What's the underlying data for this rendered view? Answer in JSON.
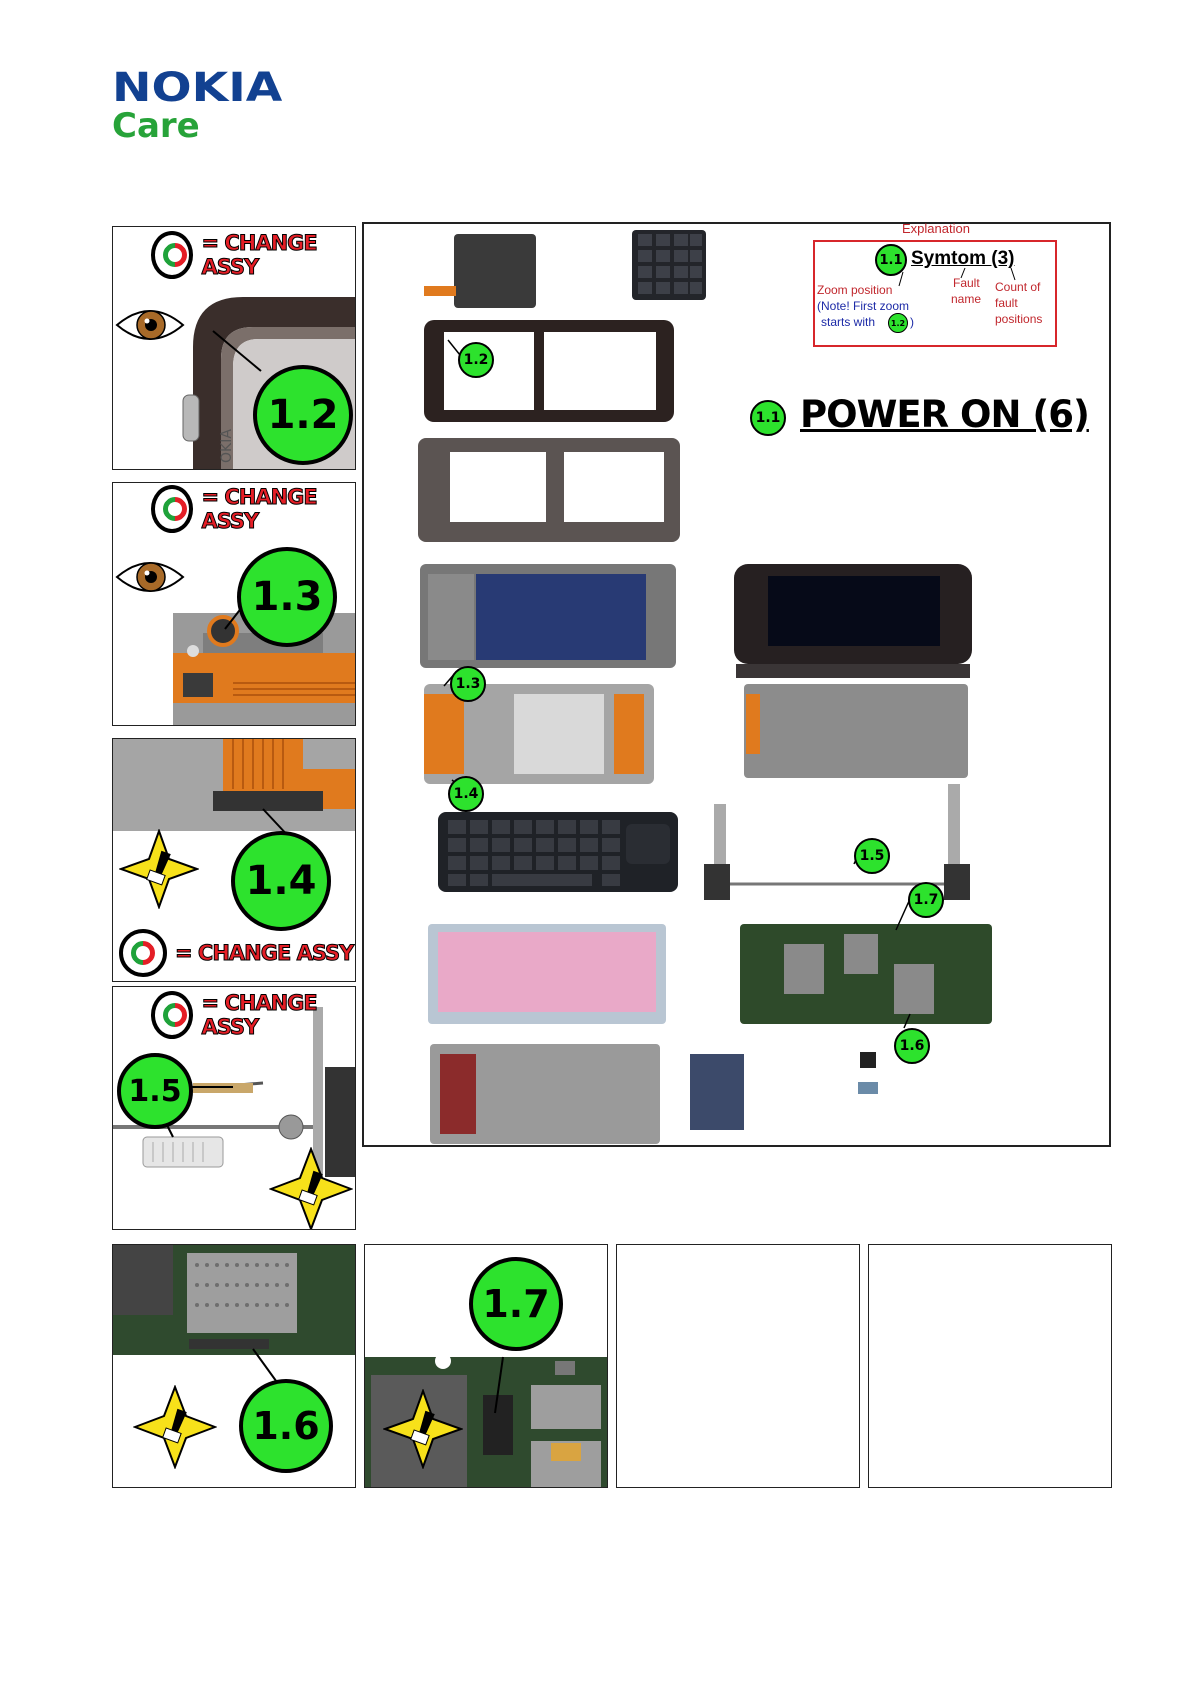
{
  "header": {
    "brand": "NOKIA",
    "subbrand": "Care"
  },
  "legend": {
    "change_assy": "= CHANGE ASSY"
  },
  "markers": {
    "m11": "1.1",
    "m12": "1.2",
    "m13": "1.3",
    "m14": "1.4",
    "m15": "1.5",
    "m16": "1.6",
    "m17": "1.7"
  },
  "main": {
    "title": "POWER ON (6)"
  },
  "explanation": {
    "caption": "Explanation",
    "symptom": "Symtom (3)",
    "fault_name_1": "Fault",
    "fault_name_2": "name",
    "count_1": "Count of",
    "count_2": "fault",
    "count_3": "positions",
    "zoom_position": "Zoom position",
    "note_line1": "(Note! First zoom",
    "note_line2": "starts with",
    "note_close": ")"
  },
  "colors": {
    "marker_green": "#2de22d",
    "nokia_blue": "#124191",
    "care_green": "#27a339",
    "alert_red": "#e41e26",
    "esd_yellow": "#f7e11a"
  }
}
